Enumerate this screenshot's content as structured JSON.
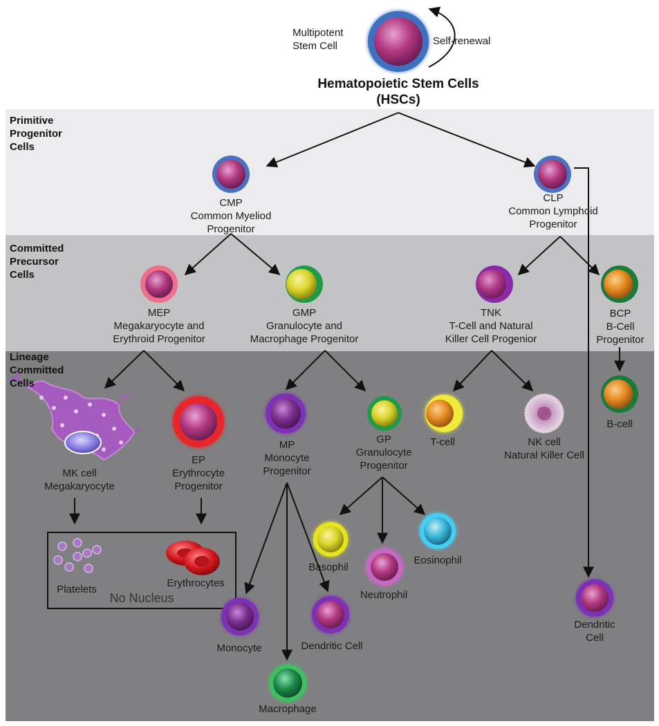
{
  "bands": {
    "primitive": "Primitive\nProgenitor\nCells",
    "committed": "Committed\nPrecursor\nCells",
    "lineage": "Lineage\nCommitted\nCells"
  },
  "hsc": {
    "multipotent": "Multipotent\nStem Cell",
    "self_renewal": "Self-renewal",
    "title": "Hematopoietic Stem Cells\n(HSCs)"
  },
  "cells": {
    "cmp": "CMP\nCommon Myeliod\nProgenitor",
    "clp": "CLP\nCommon Lymphoid\nProgenitor",
    "mep": "MEP\nMegakaryocyte and\nErythroid Progenitor",
    "gmp": "GMP\nGranulocyte and\nMacrophage Progenitor",
    "tnk": "TNK\nT-Cell and Natural\nKiller Cell Progenior",
    "bcp": "BCP\nB-Cell\nProgenitor",
    "mk": "MK cell\nMegakaryocyte",
    "ep": "EP\nErythrocyte\nProgenitor",
    "mp": "MP\nMonocyte\nProgenitor",
    "gp": "GP\nGranulocyte\nProgenitor",
    "tcell": "T-cell",
    "nk": "NK cell\nNatural Killer Cell",
    "bcell": "B-cell",
    "platelets": "Platelets",
    "erythrocytes": "Erythrocytes",
    "no_nucleus": "No Nucleus",
    "basophil": "Basophil",
    "neutrophil": "Neutrophil",
    "eosinophil": "Eosinophil",
    "monocyte": "Monocyte",
    "dendritic_cell": "Dendritic Cell",
    "macrophage": "Macrophage",
    "dendritic_cell2": "Dendritic\nCell"
  },
  "colors": {
    "band_primitive": "#ececee",
    "band_committed": "#c3c3c5",
    "band_lineage": "#7f7f81",
    "arrow": "#111111",
    "stem_ring": "#4e7fc4",
    "cell_core": "#b0387f",
    "erythro_red": "#e8262a",
    "gmp_yellow": "#d9d42a",
    "green_ring": "#1f9a48",
    "purple_ring": "#7d33b5",
    "orange_core": "#e88a1f",
    "cyan_core": "#3ab5d8",
    "macro_green": "#1d8a4a",
    "mk_purple": "#a05ab8"
  }
}
